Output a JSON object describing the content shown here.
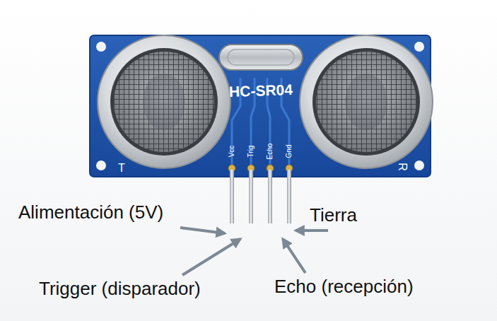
{
  "diagram": {
    "labels": [
      "HC-SR04",
      "Vcc",
      "Trig",
      "Echo",
      "Gnd",
      "T",
      "R",
      "Alimentación (5V)",
      "Tierra",
      "Trigger (disparador)",
      "Echo (recepción)"
    ]
  }
}
